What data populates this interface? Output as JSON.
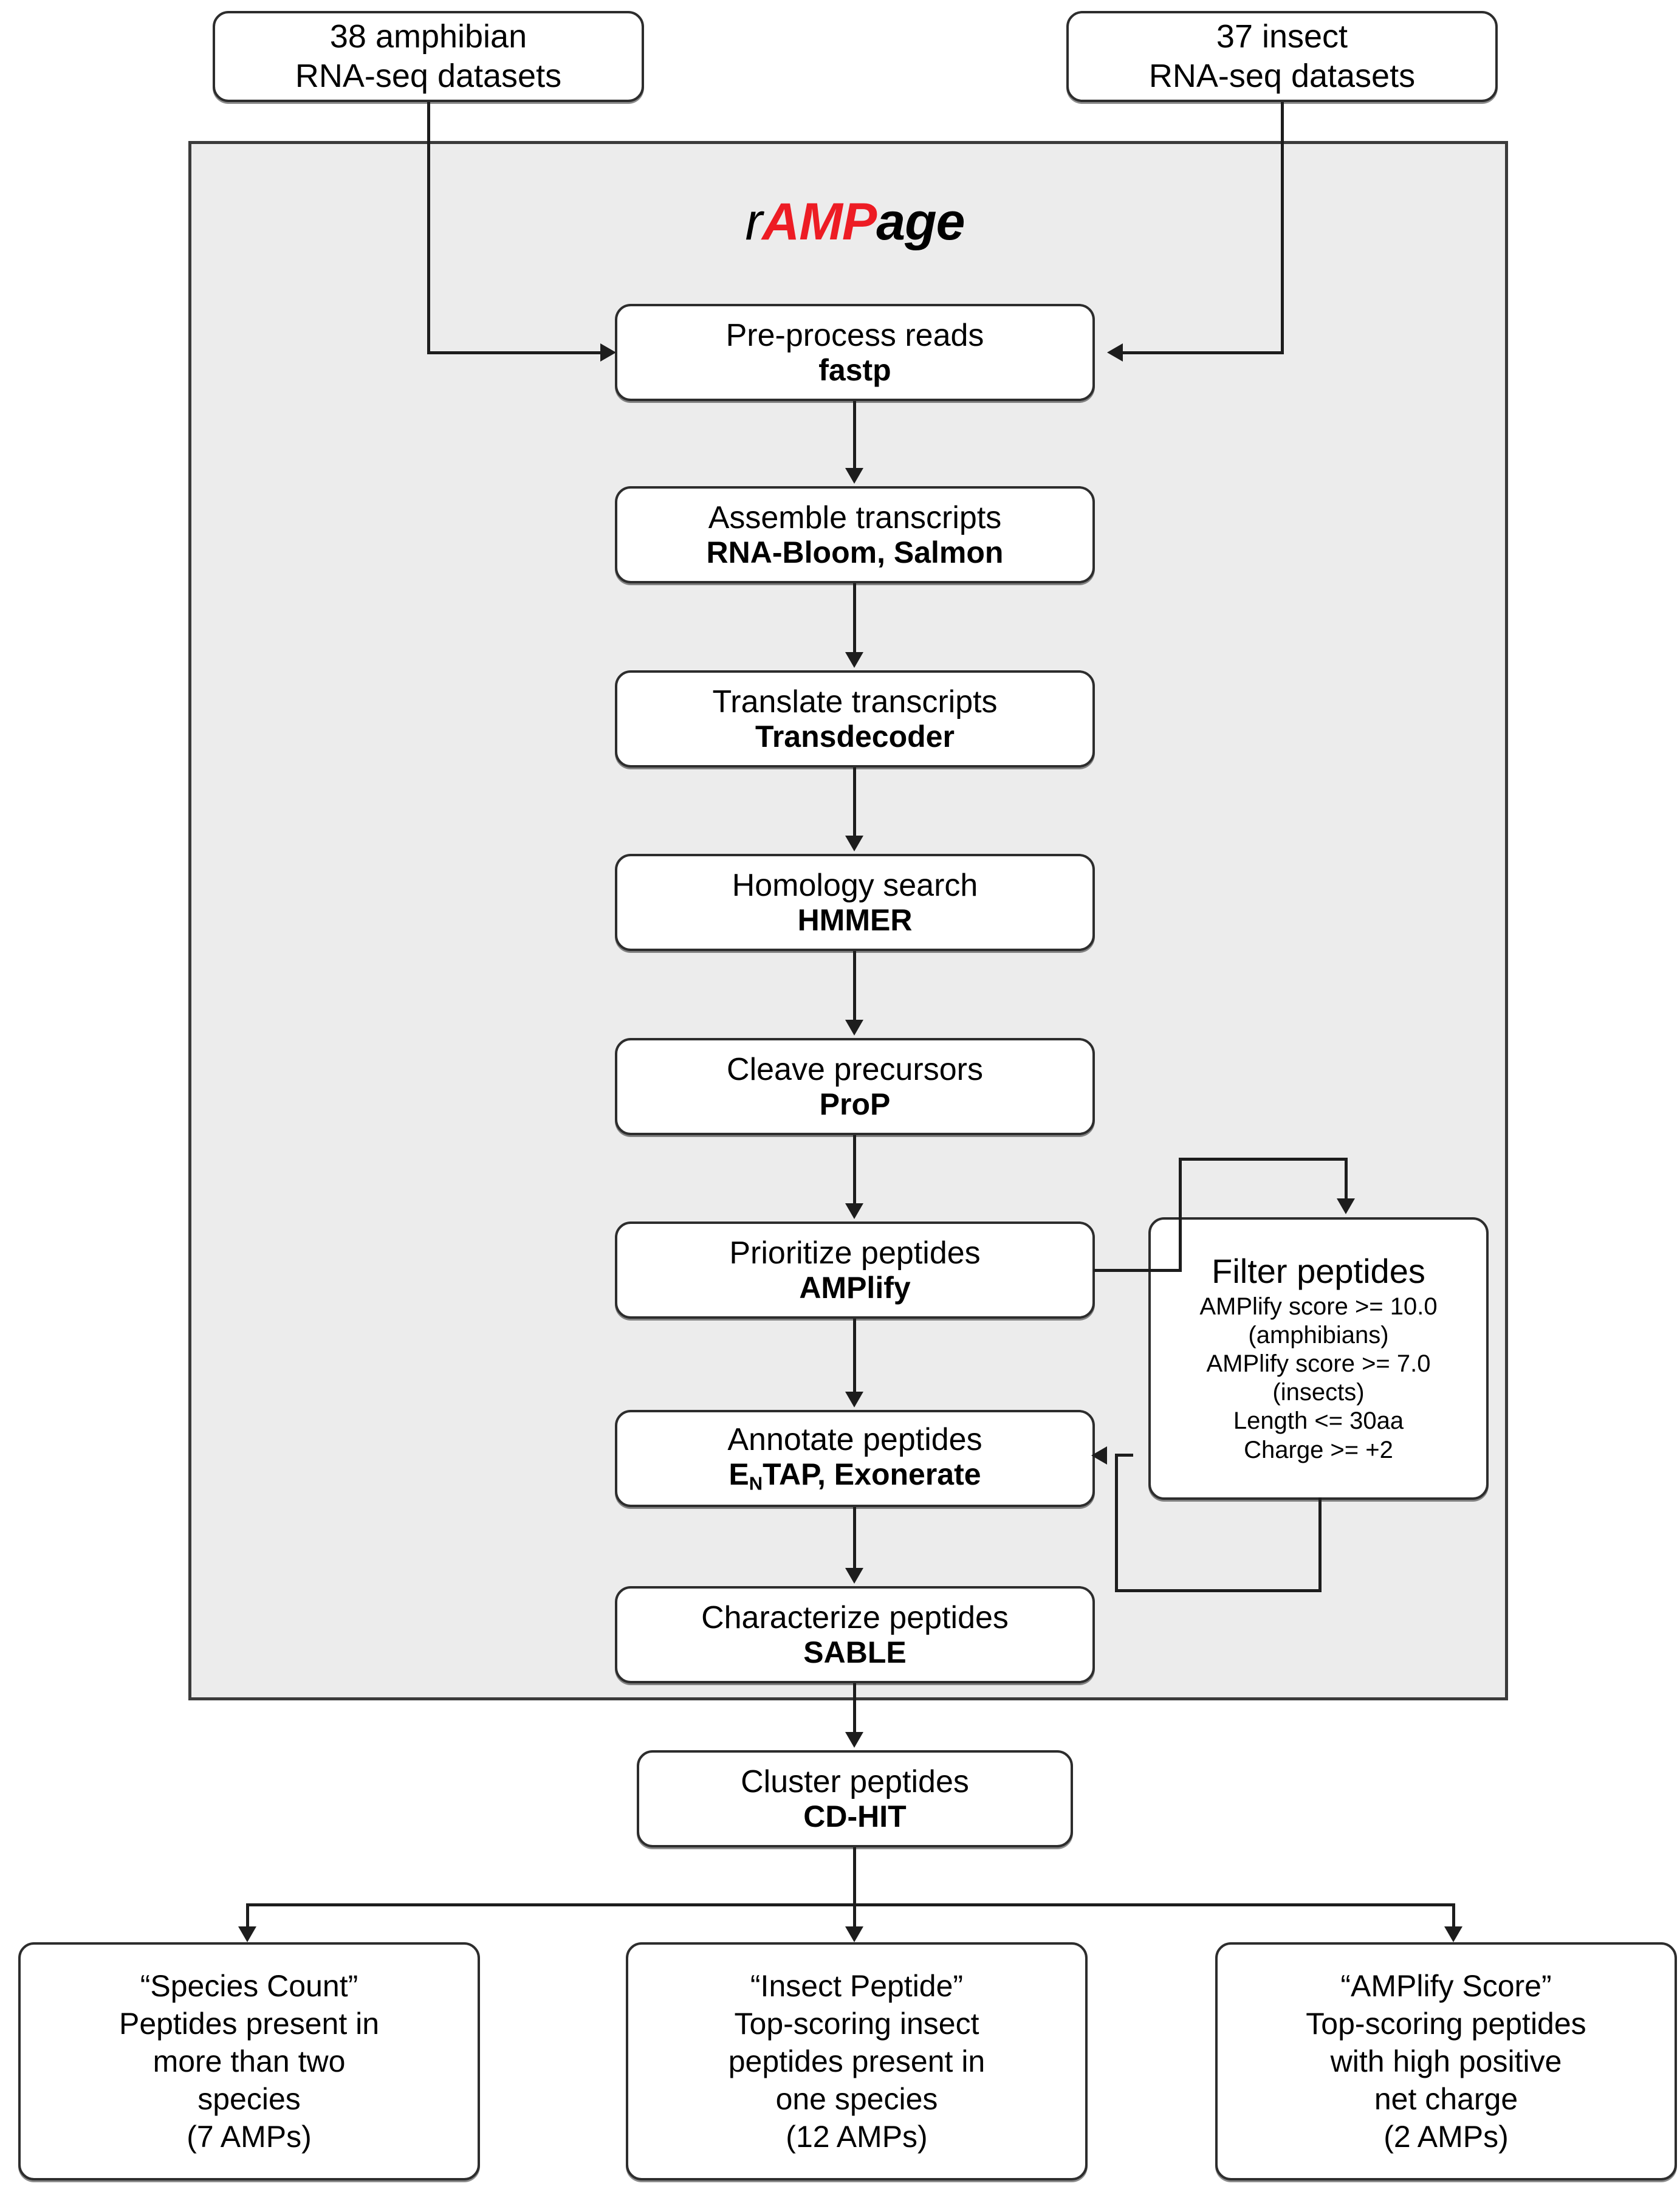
{
  "pipeline": {
    "title_parts": {
      "prefix": "r",
      "highlight": "AMP",
      "suffix": "age"
    },
    "title_full": "rAMPage",
    "accent_color": "#ed1c24",
    "container_fill": "#ececec",
    "stroke_color": "#2d2d2d"
  },
  "inputs": [
    {
      "line1": "38 amphibian",
      "line2": "RNA-seq datasets"
    },
    {
      "line1": "37 insect",
      "line2": "RNA-seq datasets"
    }
  ],
  "steps": [
    {
      "step": "Pre-process reads",
      "tool": "fastp"
    },
    {
      "step": "Assemble transcripts",
      "tool": "RNA-Bloom, Salmon"
    },
    {
      "step": "Translate transcripts",
      "tool": "Transdecoder"
    },
    {
      "step": "Homology search",
      "tool": "HMMER"
    },
    {
      "step": "Cleave precursors",
      "tool": "ProP"
    },
    {
      "step": "Prioritize peptides",
      "tool": "AMPlify"
    },
    {
      "step": "Annotate peptides",
      "tool_prefix": "E",
      "tool_sub": "N",
      "tool_rest": "TAP, Exonerate"
    },
    {
      "step": "Characterize peptides",
      "tool": "SABLE"
    }
  ],
  "filter": {
    "title": "Filter peptides",
    "criteria": [
      "AMPlify score >= 10.0",
      "(amphibians)",
      "AMPlify score >= 7.0",
      "(insects)",
      "Length <= 30aa",
      "Charge >= +2"
    ]
  },
  "cluster": {
    "step": "Cluster peptides",
    "tool": "CD-HIT"
  },
  "outputs": [
    {
      "name": "“Species Count”",
      "lines": [
        "Peptides present in",
        "more than two",
        "species"
      ],
      "count": "(7 AMPs)"
    },
    {
      "name": "“Insect Peptide”",
      "lines": [
        "Top-scoring insect",
        "peptides present in",
        "one species"
      ],
      "count": "(12 AMPs)"
    },
    {
      "name": "“AMPlify Score”",
      "lines": [
        "Top-scoring peptides",
        "with high positive",
        "net charge"
      ],
      "count": "(2 AMPs)"
    }
  ]
}
